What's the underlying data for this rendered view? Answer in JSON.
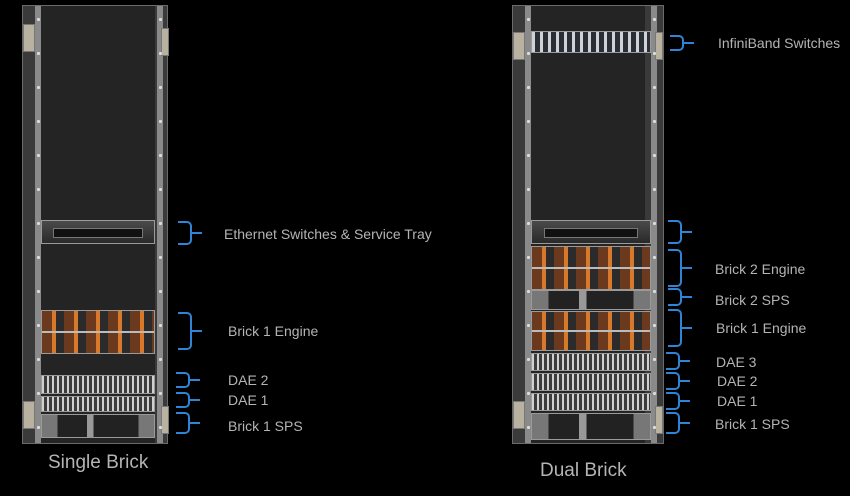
{
  "single_brick": {
    "caption": "Single Brick",
    "labels": {
      "ethernet": "Ethernet Switches & Service Tray",
      "engine": "Brick 1 Engine",
      "dae2": "DAE 2",
      "dae1": "DAE 1",
      "sps": "Brick 1 SPS"
    }
  },
  "dual_brick": {
    "caption": "Dual Brick",
    "labels": {
      "infiniband": "InfiniBand Switches",
      "ethernet": "",
      "engine2": "Brick 2 Engine",
      "sps2": "Brick 2 SPS",
      "engine1": "Brick 1 Engine",
      "dae3": "DAE 3",
      "dae2": "DAE 2",
      "dae1": "DAE 1",
      "sps1": "Brick 1 SPS"
    }
  },
  "colors": {
    "bracket": "#2f84d6",
    "label": "#b4b4b4",
    "background": "#000000"
  }
}
